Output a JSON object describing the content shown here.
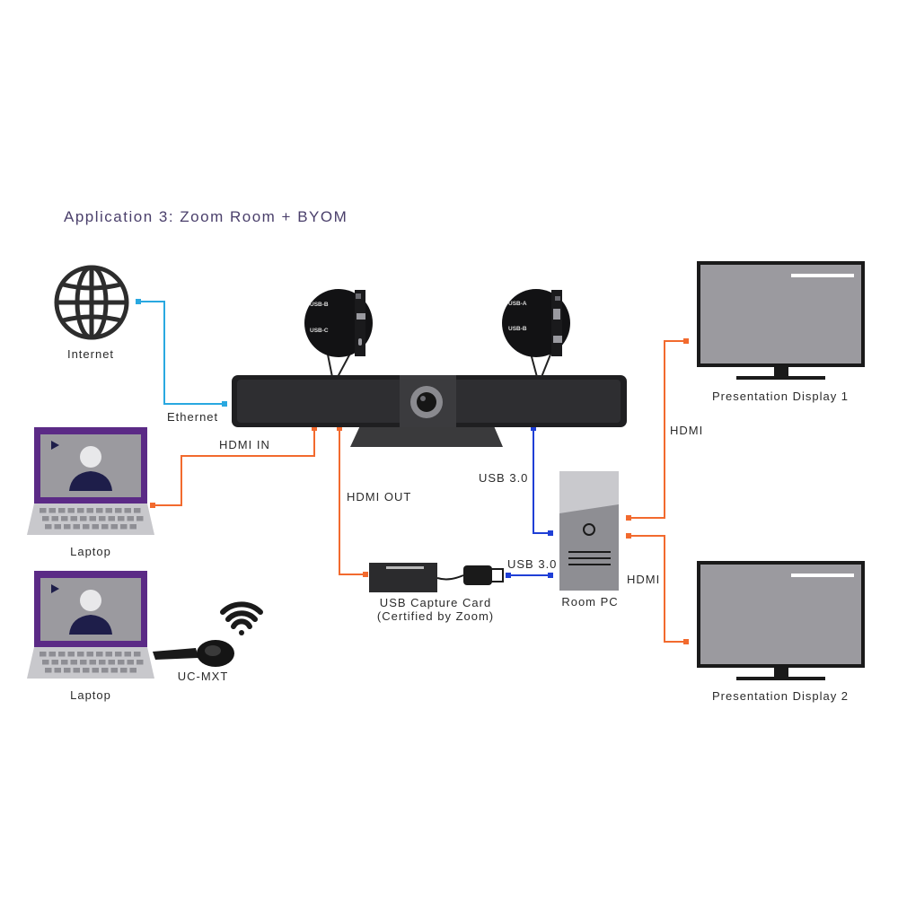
{
  "title": "Application 3: Zoom Room + BYOM",
  "nodes": {
    "internet": "Internet",
    "laptop1": "Laptop",
    "laptop2": "Laptop",
    "dongle": "UC-MXT",
    "capture_line1": "USB Capture Card",
    "capture_line2": "(Certified by Zoom)",
    "room_pc": "Room PC",
    "display1": "Presentation Display 1",
    "display2": "Presentation Display 2"
  },
  "connections": {
    "ethernet": "Ethernet",
    "hdmi_in": "HDMI IN",
    "hdmi_out": "HDMI OUT",
    "usb_bar": "USB 3.0",
    "usb_capture": "USB 3.0",
    "hdmi_display1": "HDMI",
    "hdmi_display2": "HDMI"
  },
  "port_labels": {
    "left_usb_b": "USB-B",
    "left_usb_c": "USB-C",
    "right_usb_a": "USB-A",
    "right_usb_b": "USB-B"
  },
  "colors": {
    "ethernet": "#29a8e0",
    "hdmi": "#f26a2e",
    "usb": "#1f3fd6",
    "laptop_frame": "#5b2a86",
    "screen_gray": "#9b9a9f",
    "device_dark": "#2a2a2a"
  },
  "icons": [
    "globe-icon",
    "laptop-icon",
    "wifi-icon",
    "wireless-dongle-icon",
    "video-bar-icon",
    "capture-card-icon",
    "usb-plug-icon",
    "tower-pc-icon",
    "monitor-icon"
  ]
}
